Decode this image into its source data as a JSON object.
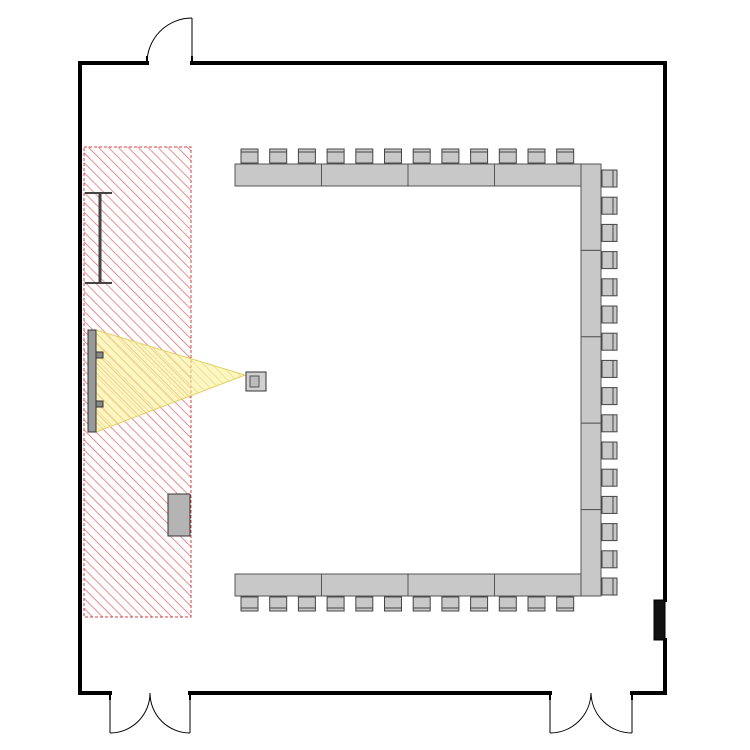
{
  "plan": {
    "seats_top_row": 12,
    "seats_right_column": 16,
    "seats_bottom_row": 12,
    "tables_top_row": 4,
    "tables_right_column": 5,
    "tables_bottom_row": 4,
    "colors": {
      "stage_hatch": "#e06060",
      "projection_beam": "#f0e060",
      "furniture_fill": "#c8c8c8",
      "wall": "#000000"
    },
    "objects": {
      "stage_area": "stage-area",
      "projector": "projector-icon",
      "screen": "projection-screen",
      "whiteboard": "whiteboard",
      "lectern": "lectern",
      "wall_panel": "wall-panel"
    }
  }
}
